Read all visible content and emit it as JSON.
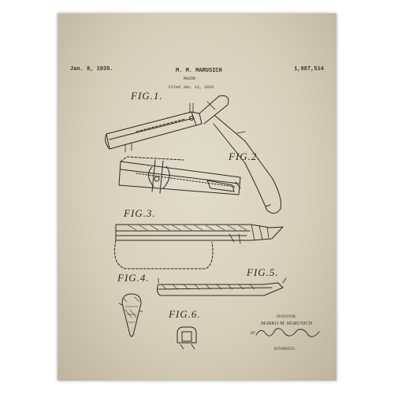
{
  "header": {
    "date": "Jan. 8, 1935.",
    "inventor": "M. M. MARUSICH",
    "patent_number": "1,987,514",
    "title": "RAZOR",
    "filed": "Filed Jan. 12, 1933"
  },
  "figures": {
    "fig1": "FIG.1.",
    "fig2": "FIG.2.",
    "fig3": "FIG.3.",
    "fig4": "FIG.4.",
    "fig5": "FIG.5.",
    "fig6": "FIG.6."
  },
  "signature": {
    "role": "INVENTOR.",
    "name": "MARKO M. MARUSICH",
    "by": "BY",
    "attorneys": "ATTORNEYS."
  },
  "colors": {
    "paper": "#d8cfbb",
    "ink": "#2e2822"
  }
}
